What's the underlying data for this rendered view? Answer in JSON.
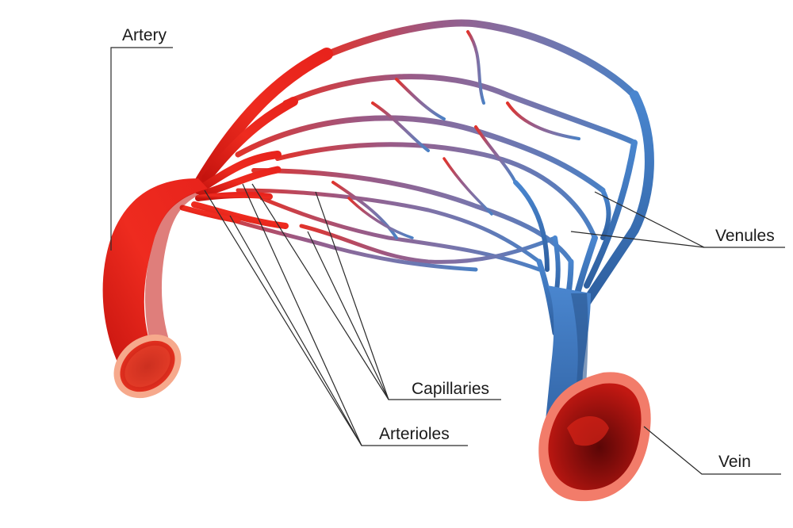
{
  "labels": {
    "artery": "Artery",
    "venules": "Venules",
    "capillaries": "Capillaries",
    "arterioles": "Arterioles",
    "vein": "Vein"
  },
  "colors": {
    "artery": "#e8231c",
    "artery_dark": "#b3110c",
    "capillary": "#8a6f9e",
    "vein": "#3f78c2",
    "vein_dark": "#2b5c9e",
    "vein_lumen": "#8c0d0d",
    "leader_line": "#2a2a2a"
  }
}
